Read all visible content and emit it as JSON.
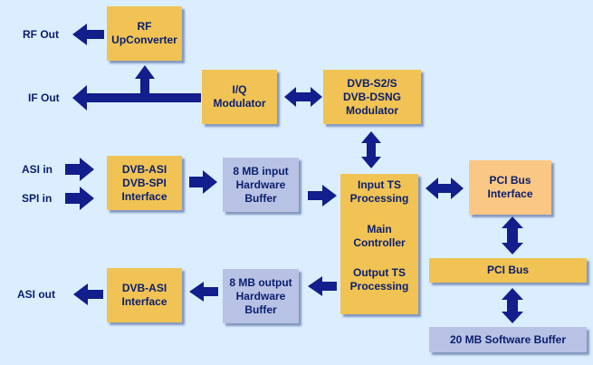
{
  "signals": {
    "rf_out": "RF Out",
    "if_out": "IF Out",
    "asi_in": "ASI in",
    "spi_in": "SPI in",
    "asi_out": "ASI out"
  },
  "blocks": {
    "rf_upconverter": [
      "RF",
      "UpConverter"
    ],
    "iq_modulator": [
      "I/Q",
      "Modulator"
    ],
    "dvb_s2_modulator": [
      "DVB-S2/S",
      "DVB-DSNG",
      "Modulator"
    ],
    "dvb_asi_spi_interface": [
      "DVB-ASI",
      "DVB-SPI",
      "Interface"
    ],
    "input_buffer": [
      "8 MB input",
      "Hardware",
      "Buffer"
    ],
    "ts_processor": {
      "input": [
        "Input TS",
        "Processing"
      ],
      "controller": [
        "Main",
        "Controller"
      ],
      "output": [
        "Output TS",
        "Processing"
      ]
    },
    "pci_bus_interface": [
      "PCI Bus",
      "Interface"
    ],
    "pci_bus": [
      "PCI Bus"
    ],
    "output_buffer": [
      "8 MB output",
      "Hardware",
      "Buffer"
    ],
    "dvb_asi_interface": [
      "DVB-ASI",
      "Interface"
    ],
    "software_buffer": [
      "20 MB Software Buffer"
    ]
  },
  "colors": {
    "background": "#dbeeff",
    "arrow": "#121e8c",
    "gold_block": "#f0c354",
    "peach_block": "#fbc784",
    "lavender_block": "#b8c2e4",
    "text": "#0a1e6e"
  }
}
